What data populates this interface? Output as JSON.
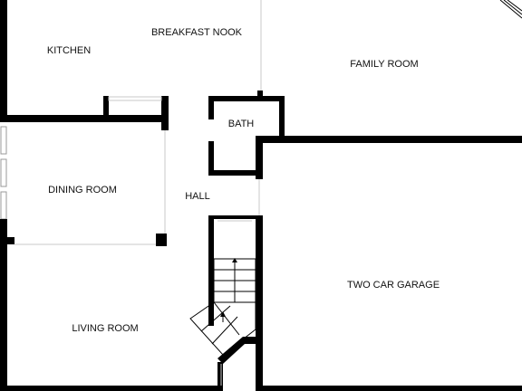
{
  "rooms": {
    "kitchen": "KITCHEN",
    "breakfast_nook": "BREAKFAST NOOK",
    "family_room": "FAMILY ROOM",
    "bath": "BATH",
    "dining_room": "DINING ROOM",
    "hall": "HALL",
    "two_car_garage": "TWO CAR GARAGE",
    "living_room": "LIVING ROOM"
  },
  "colors": {
    "wall": "#000000",
    "background": "#ffffff",
    "thin_line": "#c8c8c8"
  }
}
